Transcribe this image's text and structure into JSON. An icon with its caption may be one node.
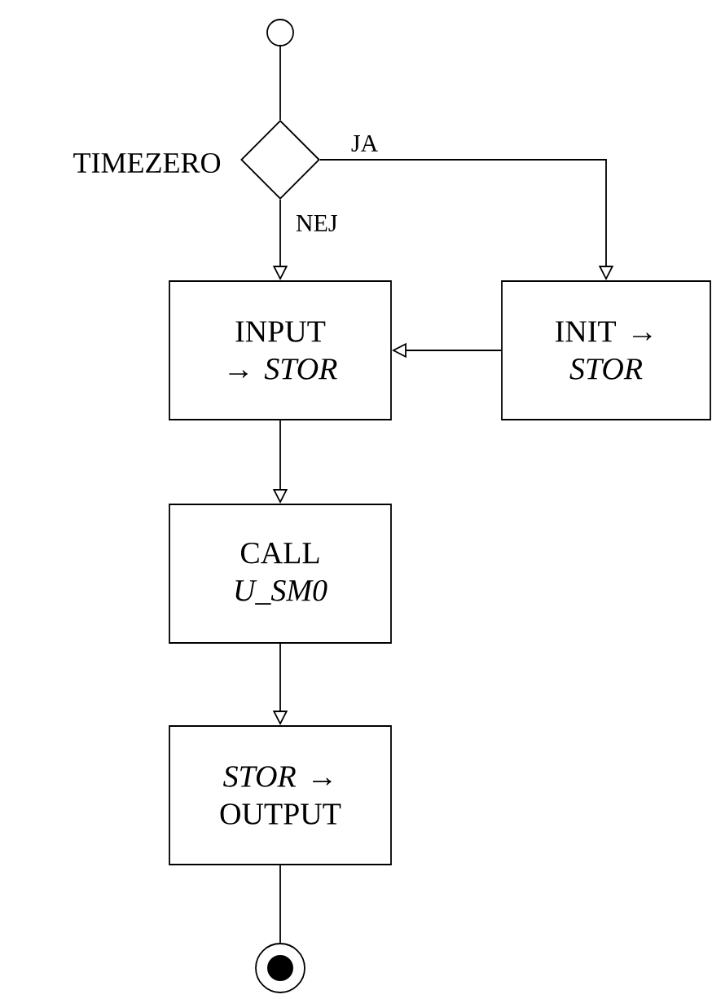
{
  "diagram": {
    "nodes": [
      {
        "text": [],
        "shape": "circle"
      },
      {
        "text": [],
        "shape": "diamond",
        "beside": [
          "TIMEZERO"
        ]
      },
      {
        "text": [
          "INPUT → *STOR*"
        ]
      },
      {
        "text": [
          "INIT → *STOR*"
        ]
      },
      {
        "text": [
          "CALL *U_SM0*"
        ]
      },
      {
        "text": [
          "*STOR* → OUTPUT"
        ]
      },
      {
        "text": [],
        "shape": "circle"
      }
    ],
    "edges": [
      {
        "from": 0,
        "to": 1,
        "arrow": "none"
      },
      {
        "from": 1,
        "to": 2,
        "arrow": "to",
        "label": "NEJ"
      },
      {
        "from": 1,
        "to": 3,
        "arrow": "to",
        "label": "JA"
      },
      {
        "from": 3,
        "to": 2,
        "arrow": "to"
      },
      {
        "from": 2,
        "to": 4,
        "arrow": "to"
      },
      {
        "from": 4,
        "to": 5,
        "arrow": "to"
      },
      {
        "from": 5,
        "to": 6,
        "arrow": "none"
      }
    ]
  }
}
